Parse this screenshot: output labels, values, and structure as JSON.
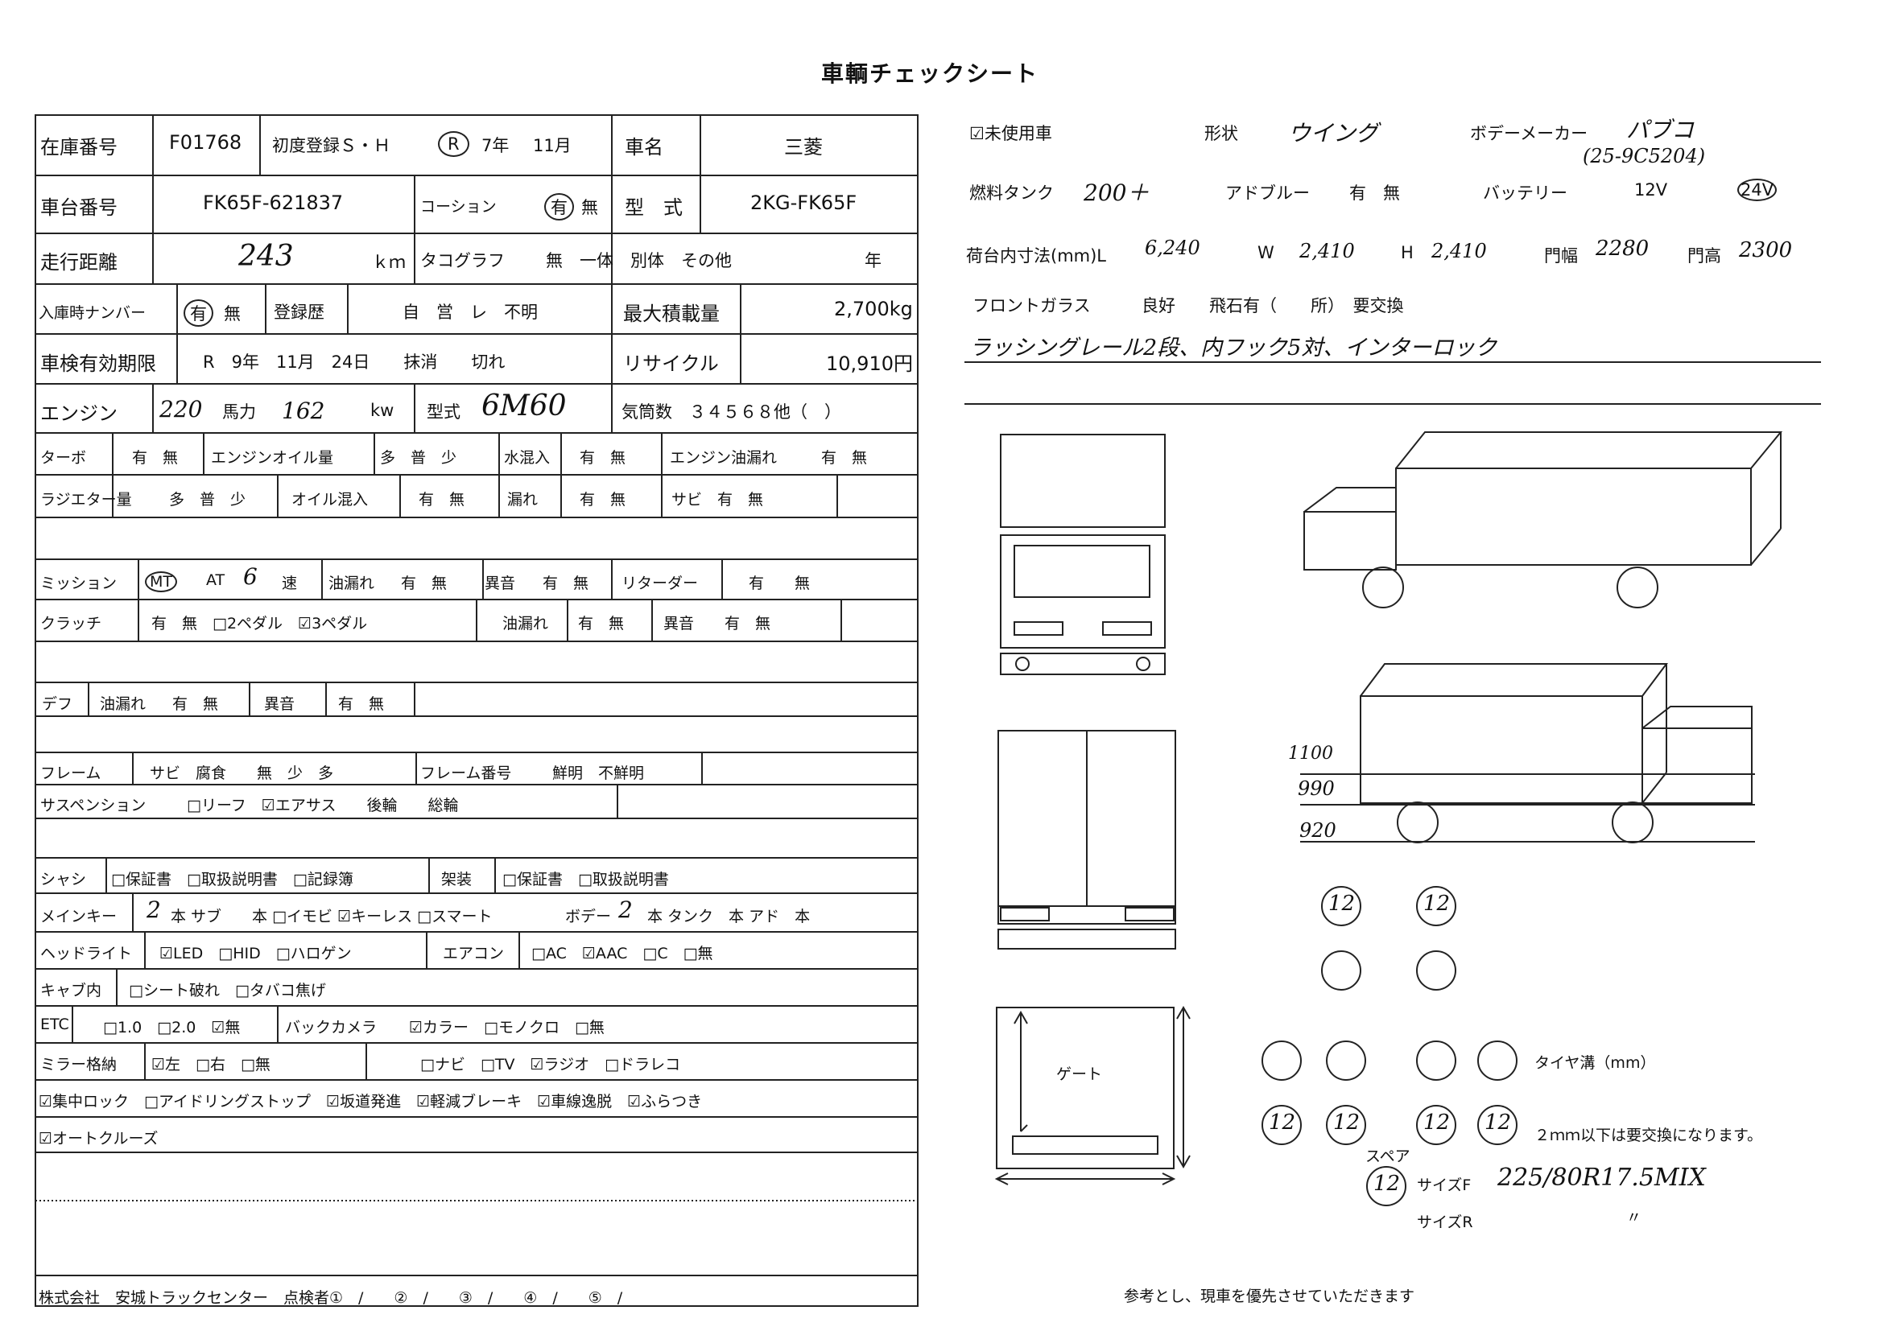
{
  "title": "車輌チェックシート",
  "left": {
    "r1": {
      "zaiko_label": "在庫番号",
      "zaiko": "F01768",
      "shodo": "初度登録Ｓ・Ｈ",
      "era": "R",
      "year": "7年",
      "month": "11月",
      "shamei_label": "車名",
      "shamei": "三菱"
    },
    "r2": {
      "shadai_label": "車台番号",
      "shadai": "FK65F-621837",
      "coshon": "コーション",
      "umu": "有",
      "mu": "無",
      "kata_label": "型　式",
      "kata": "2KG-FK65F"
    },
    "r3": {
      "sokou_label": "走行距離",
      "sokou": "243",
      "km": "ｋｍ",
      "taco_label": "タコグラフ",
      "taco_opts": "無　一体　別体　その他",
      "nen": "年"
    },
    "r4": {
      "nyuko_label": "入庫時ナンバー",
      "yu": "有",
      "mu": "無",
      "toroku_label": "登録歴",
      "toroku_opts": "自　営　レ　不明",
      "saidai_label": "最大積載量",
      "saidai": "2,700kg"
    },
    "r5": {
      "shaken_label": "車検有効期限",
      "shaken": "R　9年　11月　24日　　抹消　　切れ",
      "recycle_label": "リサイクル",
      "recycle": "10,910円"
    },
    "r6": {
      "engine_label": "エンジン",
      "bariki": "220",
      "bariki_label": "馬力",
      "kw": "162",
      "kw_label": "kw",
      "kata_label": "型式",
      "kata": "6M60",
      "kito": "気筒数　３４５６８他（　）"
    },
    "r7": {
      "turbo": "ターボ",
      "turbo_opts": "有　無",
      "oil_amt": "エンジンオイル量",
      "oil_opts": "多　普　少",
      "water": "水混入",
      "water_opts": "有　無",
      "oil_leak": "エンジン油漏れ",
      "oil_leak_opts": "有　無"
    },
    "r8": {
      "radiator": "ラジエター量",
      "radiator_opts": "多　普　少",
      "oil_mix": "オイル混入",
      "oil_mix_opts": "有　無",
      "more": "漏れ",
      "more_opts": "有　無",
      "sabi": "サビ　有　無"
    },
    "r9": {
      "mission": "ミッション",
      "mt": "MT",
      "at": "AT",
      "speed": "6",
      "soku": "速",
      "yurore": "油漏れ",
      "yurore_opts": "有　無",
      "ion": "異音",
      "ion_opts": "有　無",
      "retarder": "リターダー",
      "retarder_opts": "有　　無"
    },
    "r10": {
      "clutch": "クラッチ",
      "clutch_opts": "有　無　□2ペダル　☑3ペダル",
      "yurore": "油漏れ",
      "yurore_opts": "有　無",
      "ion": "異音",
      "ion_opts": "有　無"
    },
    "r11": {
      "diff": "デフ",
      "yurore": "油漏れ",
      "yurore_opts": "有　無",
      "ion": "異音",
      "ion_opts": "有　無"
    },
    "r12": {
      "frame": "フレーム",
      "frame_opts": "サビ　腐食　　無　少　多",
      "frame_no": "フレーム番号",
      "frame_no_opts": "鮮明　不鮮明"
    },
    "r13": {
      "susp": "サスペンション",
      "susp_opts": "□リーフ　☑エアサス　　後輪　　総輪"
    },
    "r14": {
      "shashi": "シャシ",
      "shashi_opts": "□保証書　□取扱説明書　□記録簿",
      "kaso": "架装",
      "kaso_opts": "□保証書　□取扱説明書"
    },
    "r15": {
      "mainkey": "メインキー",
      "main_n": "2",
      "honsub": "本 サブ　　本 □イモビ ☑キーレス □スマート",
      "body": "ボデー",
      "body_n": "2",
      "hon_tank": "本 タンク　本 アド　本"
    },
    "r16": {
      "head": "ヘッドライト",
      "head_opts": "☑LED　□HID　□ハロゲン",
      "aircon": "エアコン",
      "aircon_opts": "□AC　☑AAC　□C　□無"
    },
    "r17": {
      "cab": "キャブ内",
      "cab_opts": "□シート破れ　□タバコ焦げ"
    },
    "r18": {
      "etc": "ETC",
      "etc_opts": "□1.0　□2.0　☑無",
      "back": "バックカメラ",
      "back_opts": "☑カラー　□モノクロ　□無"
    },
    "r19": {
      "mirror": "ミラー格納",
      "mirror_opts": "☑左　□右　□無",
      "audio_opts": "□ナビ　□TV　☑ラジオ　□ドラレコ"
    },
    "r20": {
      "opts": "☑集中ロック　□アイドリングストップ　☑坂道発進　☑軽減ブレーキ　☑車線逸脱　☑ふらつき"
    },
    "r21": {
      "opts": "☑オートクルーズ"
    },
    "footer": "株式会社　安城トラックセンター　点検者①　/　　②　/　　③　/　　④　/　　⑤　/"
  },
  "right": {
    "unused": "☑未使用車",
    "keijo_label": "形状",
    "keijo": "ウイング",
    "maker_label": "ボデーメーカー",
    "maker": "パブコ",
    "maker_no": "(25-9C5204)",
    "fuel_label": "燃料タンク",
    "fuel": "200＋",
    "adblue_label": "アドブルー",
    "adblue_opts": "有　無",
    "battery_label": "バッテリー",
    "battery_12": "12V",
    "battery_24": "24V",
    "cargo_label": "荷台内寸法(mm)L",
    "cargo_l": "6,240",
    "w_label": "W",
    "cargo_w": "2,410",
    "h_label": "H",
    "cargo_h": "2,410",
    "mon_w_label": "門幅",
    "mon_w": "2280",
    "mon_h_label": "門高",
    "mon_h": "2300",
    "front_label": "フロントガラス",
    "front_opts": "良好　　飛石有（　　所）　要交換",
    "note": "ラッシングレール2段、内フック5対、インターロック",
    "gate_label": "ゲート",
    "height_1100": "1100",
    "height_990": "990",
    "height_920": "920",
    "tire_depth_label": "タイヤ溝（mm）",
    "tire_note": "２ｍｍ以下は要交換になります。",
    "spare_label": "スペア",
    "tires": [
      "12",
      "12",
      "",
      "",
      "",
      "",
      "",
      "",
      "12",
      "12",
      "12",
      "12"
    ],
    "spare": "12",
    "size_f_label": "サイズF",
    "size_f": "225/80R17.5MIX",
    "size_r_label": "サイズR",
    "size_r": "〃",
    "disclaimer": "参考とし、現車を優先させていただきます"
  }
}
